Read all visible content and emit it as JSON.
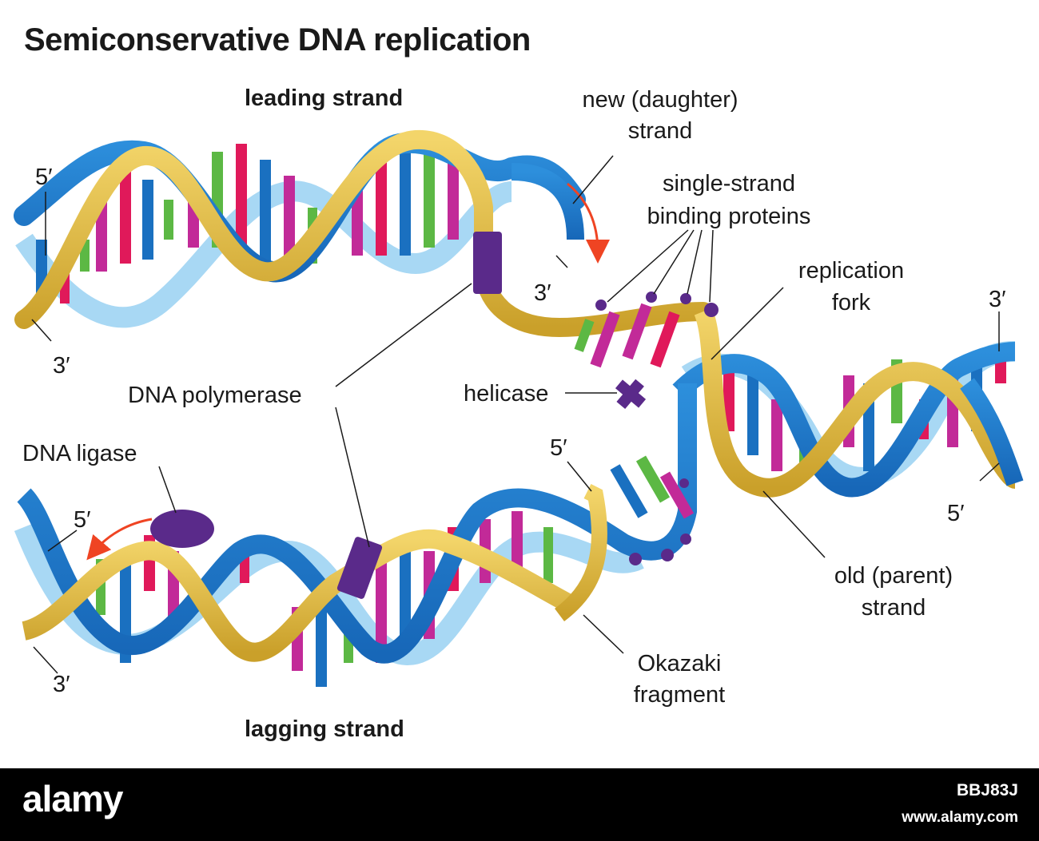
{
  "title": "Semiconservative DNA replication",
  "labels": {
    "leading_strand": "leading strand",
    "lagging_strand": "lagging strand",
    "new_daughter_strand_l1": "new (daughter)",
    "new_daughter_strand_l2": "strand",
    "ssb_l1": "single-strand",
    "ssb_l2": "binding proteins",
    "replication_fork_l1": "replication",
    "replication_fork_l2": "fork",
    "dna_polymerase": "DNA polymerase",
    "helicase": "helicase",
    "dna_ligase": "DNA ligase",
    "old_parent_l1": "old (parent)",
    "old_parent_l2": "strand",
    "okazaki_l1": "Okazaki",
    "okazaki_l2": "fragment"
  },
  "ends": {
    "top_left_5": "5′",
    "top_left_3": "3′",
    "daughter_3": "3′",
    "right_3": "3′",
    "right_5": "5′",
    "lagging_5": "5′",
    "bottom_left_5": "5′",
    "bottom_left_3": "3′"
  },
  "colors": {
    "backbone_blue": "#1e78c8",
    "backbone_light_blue": "#a8d8f4",
    "backbone_gold": "#e8c33a",
    "base_magenta": "#c22a98",
    "base_red": "#e0195a",
    "base_green": "#5cb844",
    "base_blue": "#1a70c0",
    "protein_purple": "#5a2a8a",
    "arrow_red": "#ef4423"
  },
  "watermark": {
    "logo": "alamy",
    "image_id": "BBJ83J",
    "site": "www.alamy.com"
  }
}
